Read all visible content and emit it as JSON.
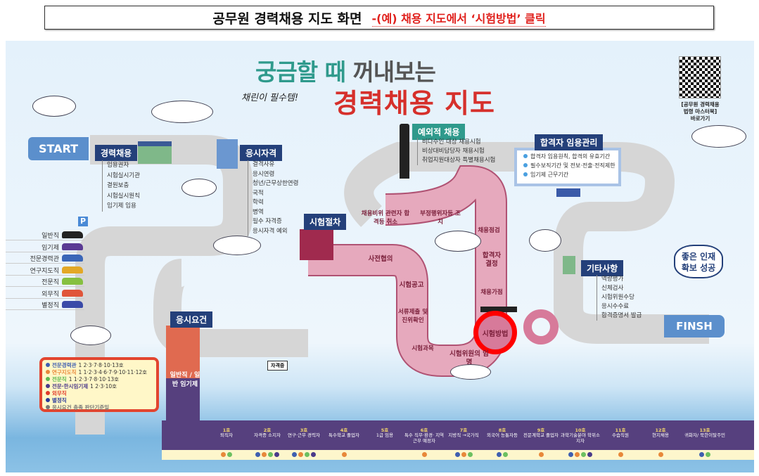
{
  "header": {
    "title": "공무원 경력채용 지도 화면",
    "note": "-(예) 채용 지도에서 ‘시험방법’ 클릭"
  },
  "map": {
    "title_line1a": "궁금할 때",
    "title_line1b": "꺼내보는",
    "subtitle": "채린이 필수템!",
    "title_line2": "경력채용 지도",
    "qr_caption": [
      "[공무원 경력채용",
      "법령 마스터북]",
      "바로가기"
    ],
    "start": "START",
    "finish": "FINSH",
    "success": [
      "좋은 인재",
      "확보 성공"
    ],
    "sections": {
      "career": {
        "label": "경력채용",
        "items": [
          "임용권자",
          "시험실시기관",
          "결원보충",
          "시험실시원칙",
          "임기제 임용"
        ]
      },
      "qualification": {
        "label": "응시자격",
        "items": [
          "결격사유",
          "응시연령",
          "청년/근무상한연령",
          "국적",
          "학력",
          "병역",
          "필수 자격증",
          "응시자격 예외"
        ]
      },
      "exception": {
        "label": "예외적 채용",
        "items": [
          "비다수인 대상 채용시험",
          "비상대비담당자 채용시험",
          "취업지원대상자 특별채용시험"
        ]
      },
      "appointment": {
        "label": "합격자 임용관리",
        "items": [
          "합격자 임용원칙, 합격의 유효기간",
          "필수보직기간 및 전보·전출·전직제한",
          "임기제 근무기간"
        ]
      },
      "procedure": {
        "label": "시험절차"
      },
      "requirements": {
        "label": "응시요건",
        "general": "일반직 / 일반 임기제"
      },
      "etc": {
        "label": "기타사항",
        "items": [
          "역량평가",
          "신체검사",
          "시험위원수당",
          "응시수수료",
          "합격증명서 발급"
        ]
      }
    },
    "steps": {
      "cancel": "채용비위 관련자 합격등 취소",
      "fraud": "부정행위자등 조치",
      "inspect": "채용점검",
      "pass": "합격자 결정",
      "bonus": "채용가점",
      "method": "시험방법",
      "committee": "시험위원의 임명",
      "subjects": "시험과목",
      "documents": "서류제출 및 진위확인",
      "notice": "시험공고",
      "consult": "사전협의"
    },
    "license_sign": "자격증",
    "vehicles": [
      {
        "label": "일반직",
        "color": "#222"
      },
      {
        "label": "임기제",
        "color": "#5a3a94"
      },
      {
        "label": "전문경력관",
        "color": "#3a66b8"
      },
      {
        "label": "연구지도직",
        "color": "#e3a826"
      },
      {
        "label": "전문직",
        "color": "#86c040"
      },
      {
        "label": "외무직",
        "color": "#e0553a"
      },
      {
        "label": "별정직",
        "color": "#3a4aa8"
      }
    ],
    "legend": [
      {
        "label": "전문경력관",
        "detail": "1 2·3·7·8·10·13호",
        "color": "#3f5fb0"
      },
      {
        "label": "연구지도직",
        "detail": "1 1·2·3·4·6·7·9·10·11·12호",
        "color": "#e8883a"
      },
      {
        "label": "전문직",
        "detail": "1 1·2·3·7·8·10·13호",
        "color": "#5cb850"
      },
      {
        "label": "전문·한시임기제",
        "detail": "1 2·3·10호",
        "color": "#4a3a8a"
      },
      {
        "label": "외무직",
        "detail": "",
        "color": "#e03a2a"
      },
      {
        "label": "별정직",
        "detail": "",
        "color": "#2a3a9a"
      },
      {
        "label": "응시요건 충족 판단기준일",
        "detail": "",
        "color": "#777"
      }
    ],
    "bottom": [
      {
        "no": "1호",
        "text": "퇴직자",
        "dots": [
          "#e8883a",
          "#6cc060"
        ]
      },
      {
        "no": "2호",
        "text": "자격증 소지자",
        "dots": [
          "#3f5fb0",
          "#e8883a",
          "#6cc060",
          "#4a3a8a"
        ]
      },
      {
        "no": "3호",
        "text": "연구·근무 경력자",
        "dots": [
          "#3f5fb0",
          "#e8883a",
          "#6cc060",
          "#4a3a8a"
        ]
      },
      {
        "no": "4호",
        "text": "특수학교 졸업자",
        "dots": [
          "#e8883a"
        ]
      },
      {
        "no": "5호",
        "text": "1급 임용",
        "dots": []
      },
      {
        "no": "6호",
        "text": "특수 직무·환경· 지역 근무 예정자",
        "dots": [
          "#e8883a"
        ]
      },
      {
        "no": "7호",
        "text": "지방직 →국가직",
        "dots": [
          "#3f5fb0",
          "#e8883a",
          "#6cc060"
        ]
      },
      {
        "no": "8호",
        "text": "외국어 능통자등",
        "dots": [
          "#3f5fb0",
          "#6cc060"
        ]
      },
      {
        "no": "9호",
        "text": "전문계학교 졸업자",
        "dots": [
          "#e8883a"
        ]
      },
      {
        "no": "10호",
        "text": "과학기술분야 학위소지자",
        "dots": [
          "#3f5fb0",
          "#e8883a",
          "#6cc060",
          "#4a3a8a"
        ]
      },
      {
        "no": "11호",
        "text": "수습직원",
        "dots": [
          "#e8883a"
        ]
      },
      {
        "no": "12호",
        "text": "현지채용",
        "dots": [
          "#e8883a"
        ]
      },
      {
        "no": "13호",
        "text": "귀화자/ 북한이탈주민",
        "dots": [
          "#3f5fb0",
          "#6cc060"
        ]
      }
    ]
  },
  "colors": {
    "navy": "#24407a",
    "teal": "#2f9a8c",
    "red": "#d6302b",
    "pink": "#e6a9bd",
    "highlight": "#ff0000"
  }
}
